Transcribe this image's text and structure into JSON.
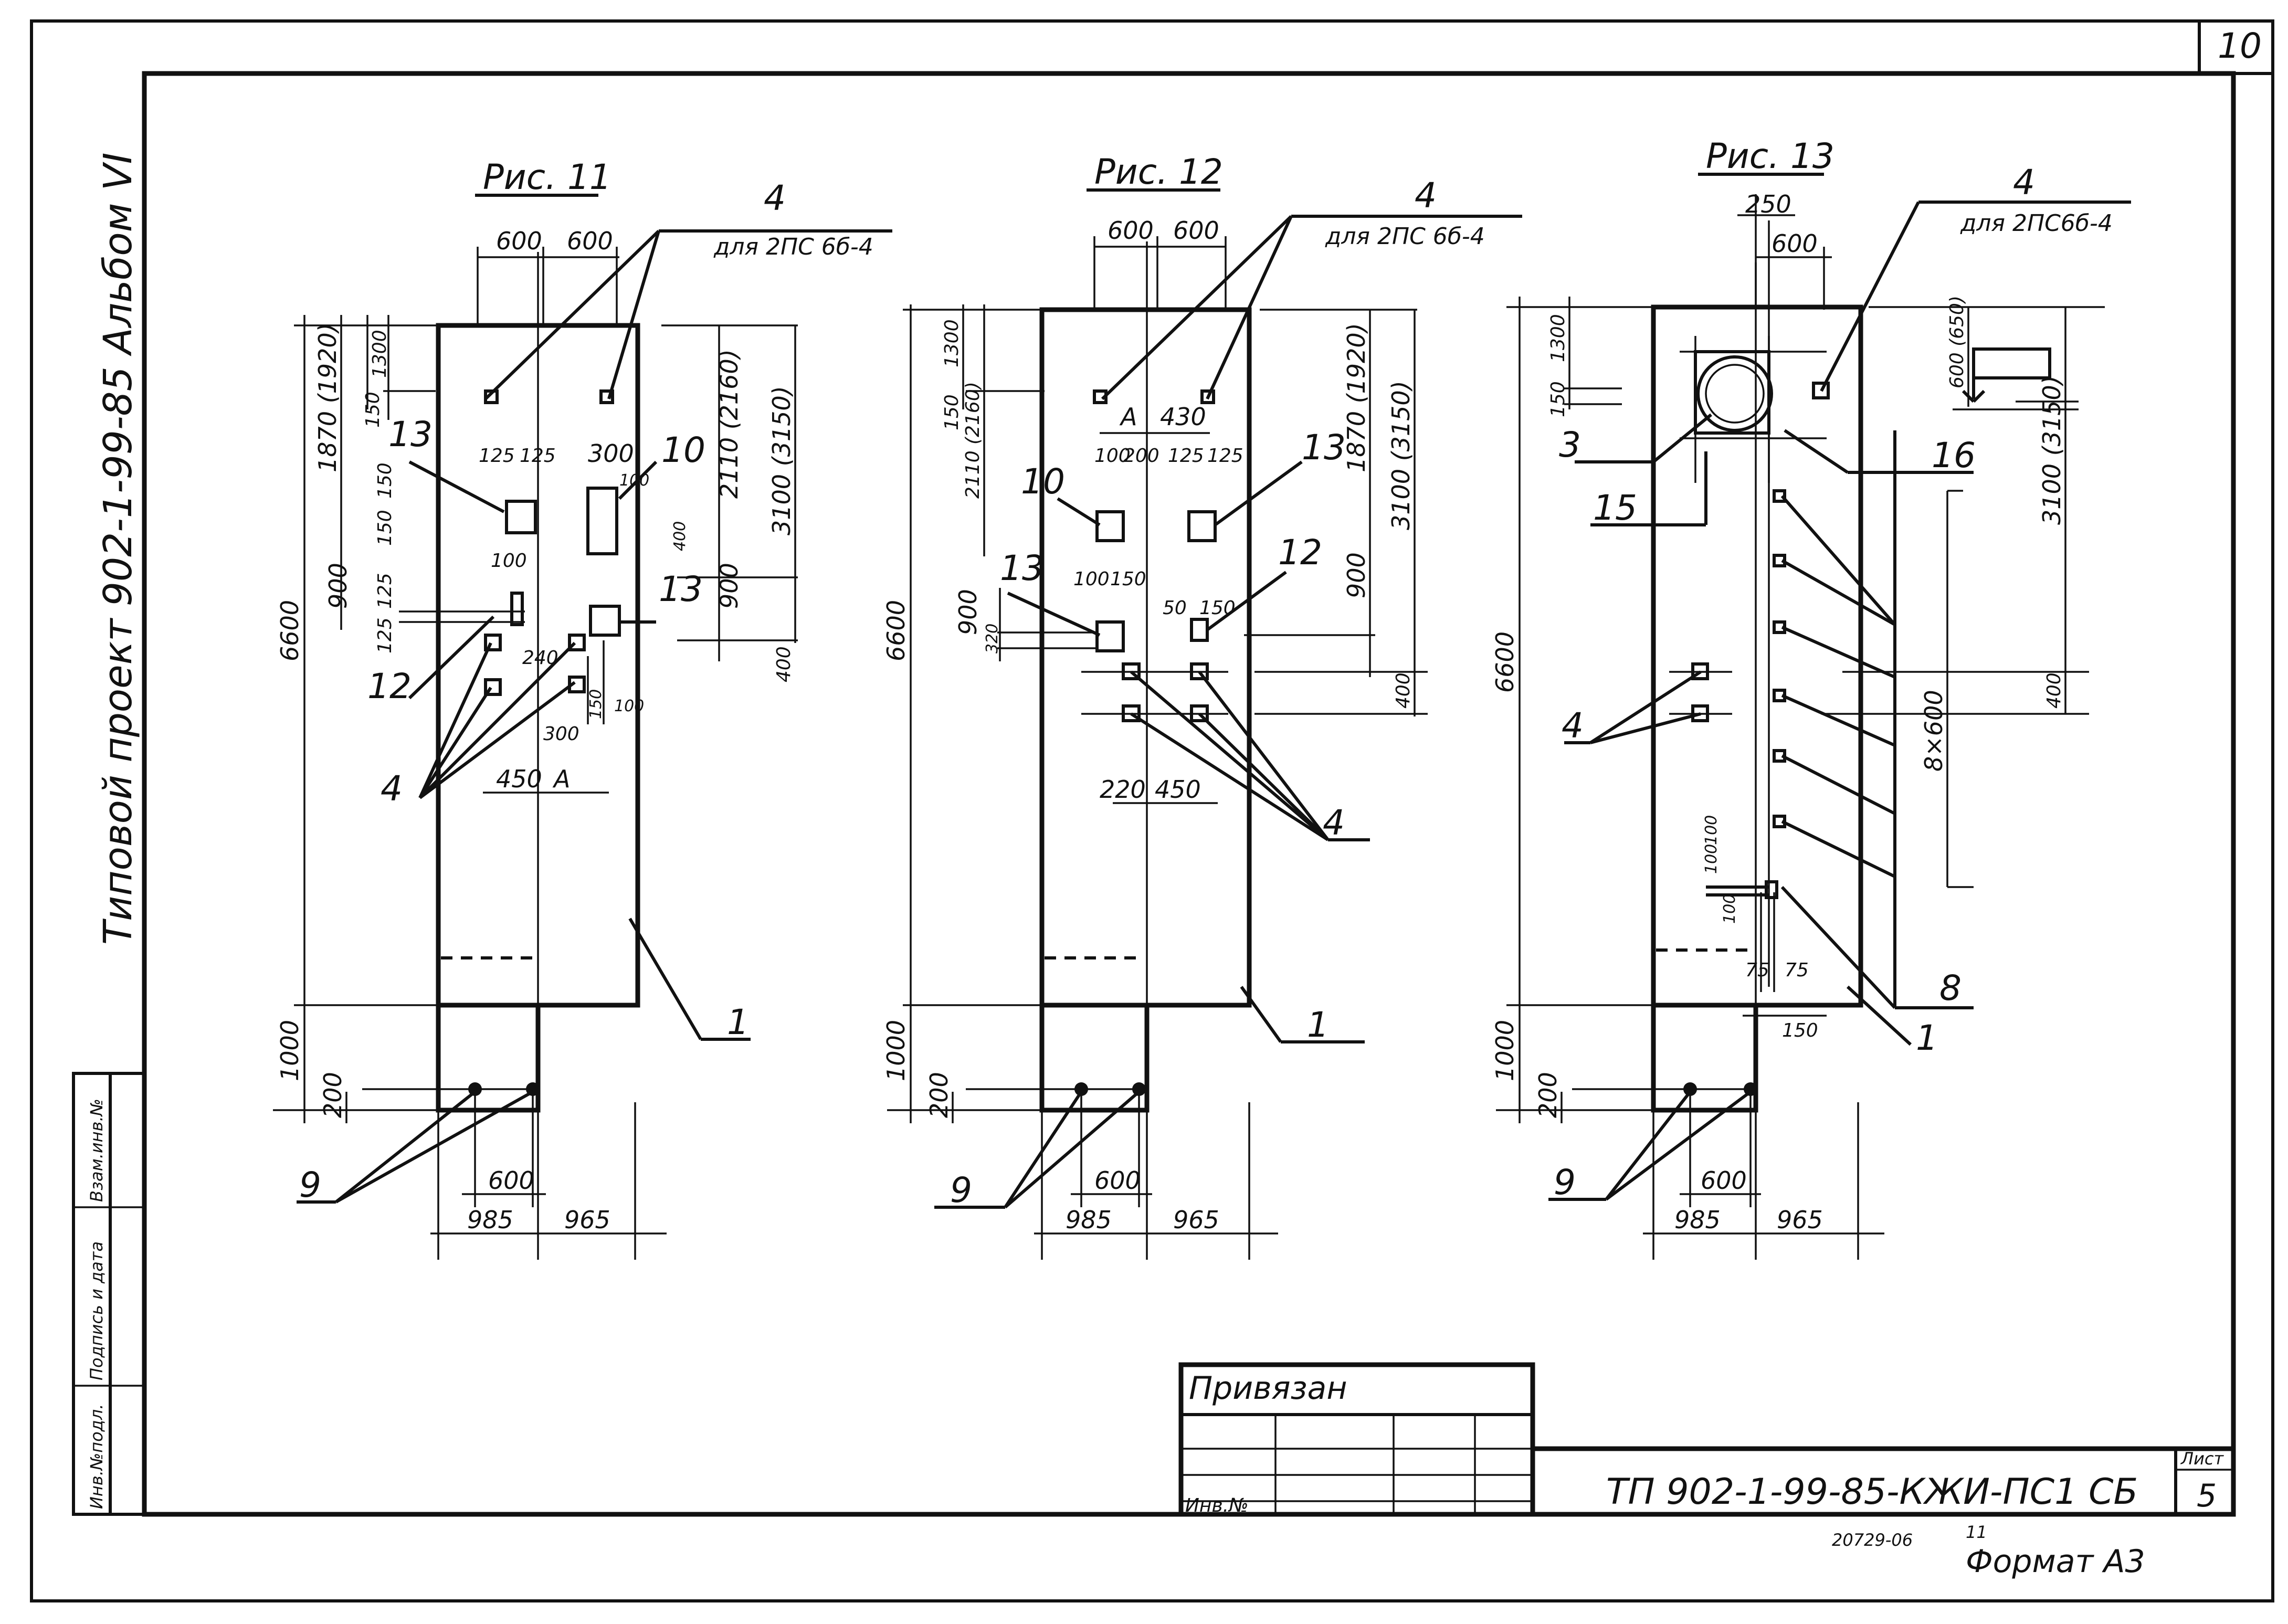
{
  "sheet": {
    "page_number": "10",
    "side_title": "Типовой проект 902-1-99-85 Альбом VI",
    "side_table": [
      "Инв.№подл.",
      "Подпись и дата",
      "Взам.инв.№"
    ],
    "format_label": "Формат А3",
    "stamp_number": "20729-06",
    "stamp_page": "11"
  },
  "title_block": {
    "label_privyazan": "Привязан",
    "label_inv": "Инв.№",
    "doc_code": "ТП 902-1-99-85-КЖИ-ПС1 СБ",
    "sheet_label": "Лист",
    "sheet_number": "5"
  },
  "fig11": {
    "title": "Рис. 11",
    "note": "для 2ПС 6б-4",
    "dims": {
      "d600a": "600",
      "d600b": "600",
      "d150": "150",
      "d1300": "1300",
      "d1870": "1870 (1920)",
      "d6600": "6600",
      "d1000": "1000",
      "d200": "200",
      "d125a": "125",
      "d125b": "125",
      "d300": "300",
      "d100a": "100",
      "d150b": "150",
      "d150c": "150",
      "d900": "900",
      "d100b": "100",
      "d125c": "125",
      "d125d": "125",
      "d240": "240",
      "d150d": "150",
      "d100c": "100",
      "d300b": "300",
      "d450": "450",
      "dA": "A",
      "d2110": "2110 (2160)",
      "d3100": "3100 (3150)",
      "d400a": "400",
      "d900b": "900",
      "d400b": "400",
      "d600c": "600",
      "d985": "985",
      "d965": "965"
    },
    "callouts": {
      "c4a": "4",
      "c13a": "13",
      "c10": "10",
      "c13b": "13",
      "c12": "12",
      "c4b": "4",
      "c1": "1",
      "c9": "9"
    }
  },
  "fig12": {
    "title": "Рис. 12",
    "note": "для 2ПС 6б-4",
    "dims": {
      "d600a": "600",
      "d600b": "600",
      "d150": "150",
      "d1300": "1300",
      "d2110": "2110 (2160)",
      "d6600": "6600",
      "d1000": "1000",
      "d200": "200",
      "dA": "A",
      "d430": "430",
      "d100a": "100",
      "d200b": "200",
      "d125a": "125",
      "d125b": "125",
      "d900": "900",
      "d320": "320",
      "d100b": "100",
      "d150a": "150",
      "d50": "50",
      "d150b": "150",
      "d1870": "1870 (1920)",
      "d3100": "3100 (3150)",
      "d900b": "900",
      "d400": "400",
      "d220": "220",
      "d450": "450",
      "d600c": "600",
      "d985": "985",
      "d965": "965"
    },
    "callouts": {
      "c4a": "4",
      "c10": "10",
      "c13a": "13",
      "c13b": "13",
      "c12": "12",
      "c4b": "4",
      "c1": "1",
      "c9": "9"
    }
  },
  "fig13": {
    "title": "Рис. 13",
    "note": "для 2ПС6б-4",
    "dims": {
      "d250": "250",
      "d600top": "600",
      "d150": "150",
      "d1300": "1300",
      "d600_650": "600 (650)",
      "d3100": "3100 (3150)",
      "d6600": "6600",
      "d8x600": "8×600",
      "d400": "400",
      "d100a": "100",
      "d100b": "100",
      "d100c": "100",
      "d75a": "75",
      "d75b": "75",
      "d150b": "150",
      "d1000": "1000",
      "d200": "200",
      "d600c": "600",
      "d985": "985",
      "d965": "965"
    },
    "callouts": {
      "c4a": "4",
      "c3": "3",
      "c16": "16",
      "c15": "15",
      "c4b": "4",
      "c8": "8",
      "c1": "1",
      "c9": "9"
    }
  }
}
